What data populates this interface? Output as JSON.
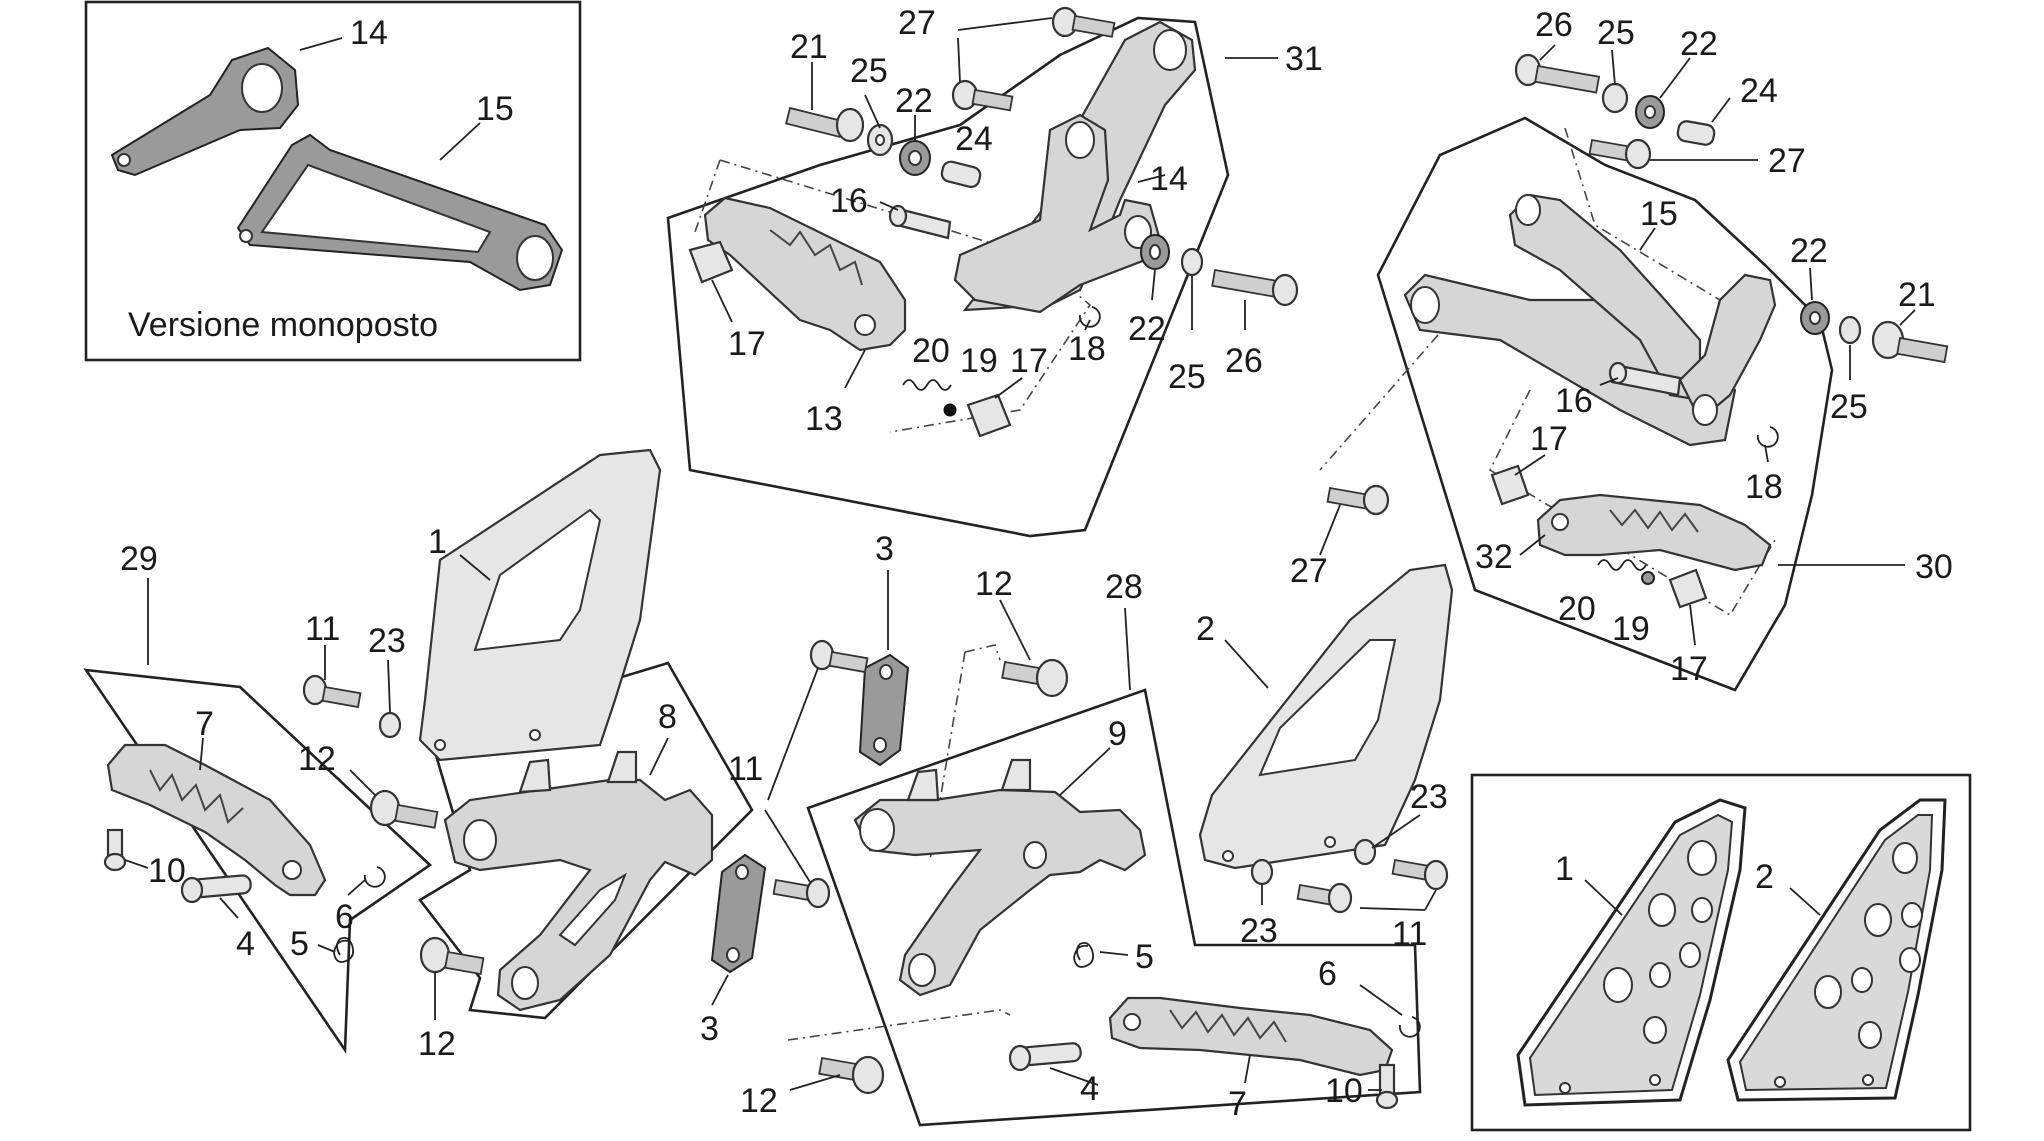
{
  "caption": "Versione monoposto",
  "callouts": {
    "c1a": "1",
    "c1b": "1",
    "c2a": "2",
    "c2b": "2",
    "c3a": "3",
    "c3b": "3",
    "c4a": "4",
    "c4b": "4",
    "c5a": "5",
    "c5b": "5",
    "c6a": "6",
    "c6b": "6",
    "c7a": "7",
    "c7b": "7",
    "c8": "8",
    "c9": "9",
    "c10a": "10",
    "c10b": "10",
    "c11a": "11",
    "c11b": "11",
    "c11c": "11",
    "c12a": "12",
    "c12b": "12",
    "c12c": "12",
    "c12d": "12",
    "c13": "13",
    "c14a": "14",
    "c14b": "14",
    "c15a": "15",
    "c15b": "15",
    "c16a": "16",
    "c16b": "16",
    "c17a": "17",
    "c17b": "17",
    "c17c": "17",
    "c17d": "17",
    "c18a": "18",
    "c18b": "18",
    "c19a": "19",
    "c19b": "19",
    "c20a": "20",
    "c20b": "20",
    "c21a": "21",
    "c21b": "21",
    "c22a": "22",
    "c22b": "22",
    "c22c": "22",
    "c22d": "22",
    "c23a": "23",
    "c23b": "23",
    "c23c": "23",
    "c24a": "24",
    "c24b": "24",
    "c25a": "25",
    "c25b": "25",
    "c25c": "25",
    "c25d": "25",
    "c26a": "26",
    "c26b": "26",
    "c27a": "27",
    "c27b": "27",
    "c27c": "27",
    "c28": "28",
    "c29": "29",
    "c30": "30",
    "c31": "31",
    "c32": "32"
  }
}
